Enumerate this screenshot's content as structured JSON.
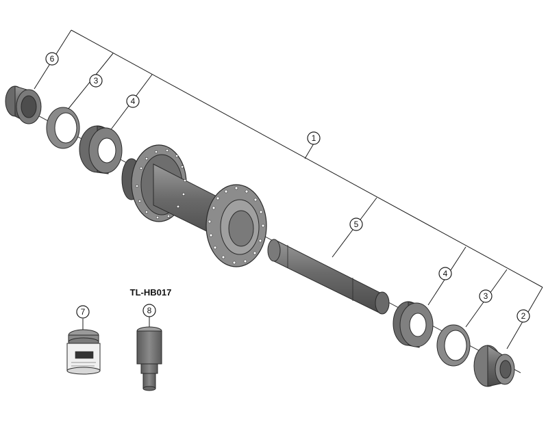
{
  "tool_label": "TL-HB017",
  "callouts": {
    "c1": "1",
    "c2": "2",
    "c3a": "3",
    "c3b": "3",
    "c4a": "4",
    "c4b": "4",
    "c5": "5",
    "c6": "6",
    "c7": "7",
    "c8": "8"
  },
  "colors": {
    "part_dark": "#555555",
    "part_mid": "#7a7a7a",
    "part_light": "#a5a5a5",
    "outline": "#2a2a2a"
  }
}
